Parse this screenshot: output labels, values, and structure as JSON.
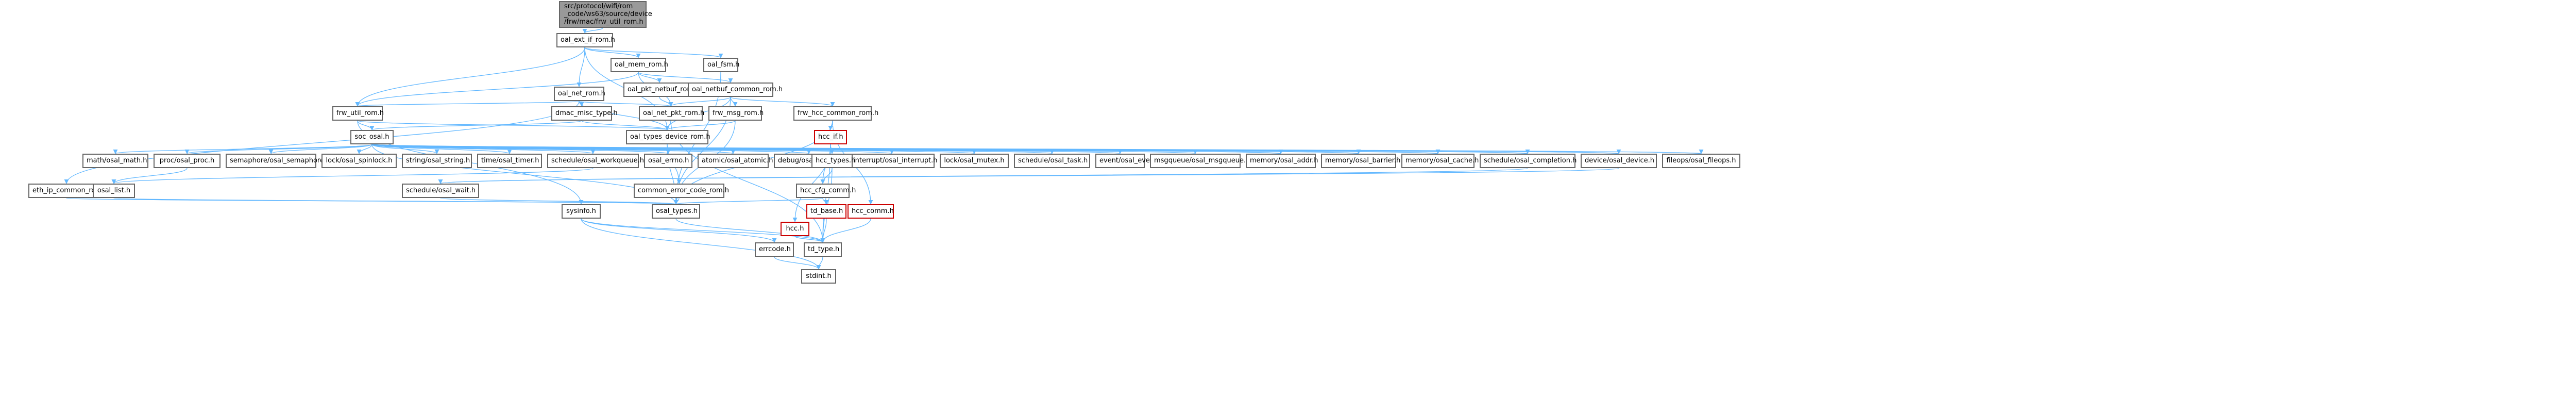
{
  "graph": {
    "root_lines": [
      "src/protocol/wifi/rom",
      "_code/ws63/source/device",
      "/frw/mac/frw_util_rom.h"
    ],
    "nodes": {
      "oal_ext_if_rom": "oal_ext_if_rom.h",
      "oal_mem_rom": "oal_mem_rom.h",
      "oal_fsm": "oal_fsm.h",
      "oal_pkt_netbuf_rom": "oal_pkt_netbuf_rom.h",
      "oal_netbuf_common_rom": "oal_netbuf_common_rom.h",
      "oal_net_rom": "oal_net_rom.h",
      "frw_util_rom": "frw_util_rom.h",
      "dmac_misc_type": "dmac_misc_type.h",
      "oal_net_pkt_rom": "oal_net_pkt_rom.h",
      "frw_msg_rom": "frw_msg_rom.h",
      "frw_hcc_common_rom": "frw_hcc_common_rom.h",
      "soc_osal": "soc_osal.h",
      "oal_types_device_rom": "oal_types_device_rom.h",
      "hcc_if": "hcc_if.h",
      "math": "math/osal_math.h",
      "proc": "proc/osal_proc.h",
      "semaphore": "semaphore/osal_semaphore.h",
      "spinlock": "lock/osal_spinlock.h",
      "string": "string/osal_string.h",
      "timer": "time/osal_timer.h",
      "workqueue": "schedule/osal_workqueue.h",
      "errno": "osal_errno.h",
      "atomic": "atomic/osal_atomic.h",
      "debug": "debug/osal_debug.h",
      "interrupt": "interrupt/osal_interrupt.h",
      "mutex": "lock/osal_mutex.h",
      "task": "schedule/osal_task.h",
      "event": "event/osal_event.h",
      "msgqueue": "msgqueue/osal_msgqueue.h",
      "addr": "memory/osal_addr.h",
      "barrier": "memory/osal_barrier.h",
      "cache": "memory/osal_cache.h",
      "completion": "schedule/osal_completion.h",
      "device": "device/osal_device.h",
      "fileops": "fileops/osal_fileops.h",
      "hcc_types": "hcc_types.h",
      "eth_ip_common_rom": "eth_ip_common_rom.h",
      "osal_list": "osal_list.h",
      "wait": "schedule/osal_wait.h",
      "common_error_code_rom": "common_error_code_rom.h",
      "hcc_cfg_comm": "hcc_cfg_comm.h",
      "osal_types": "osal_types.h",
      "hcc_comm": "hcc_comm.h",
      "td_base": "td_base.h",
      "sysinfo": "sysinfo.h",
      "hcc_h": "hcc.h",
      "td_type": "td_type.h",
      "errcode": "errcode.h",
      "stdint": "stdint.h"
    }
  }
}
